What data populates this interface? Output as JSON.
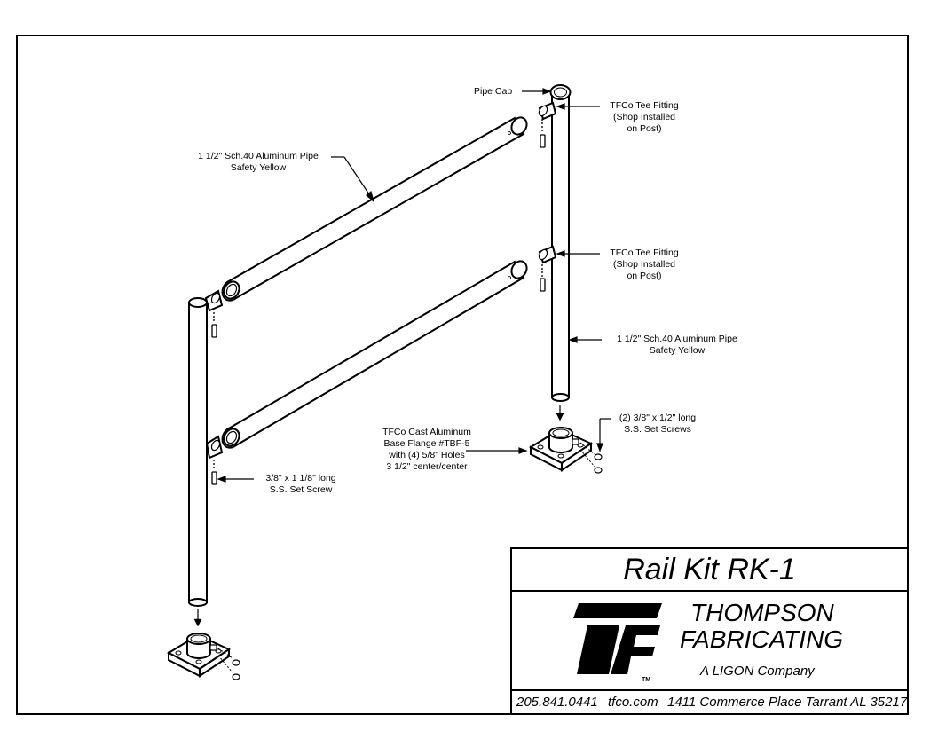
{
  "callouts": {
    "pipe_cap": "Pipe Cap",
    "tee_top": [
      "TFCo Tee Fitting",
      "(Shop Installed",
      "on Post)"
    ],
    "tee_mid": [
      "TFCo Tee Fitting",
      "(Shop Installed",
      "on Post)"
    ],
    "rail_pipe": [
      "1 1/2\" Sch.40 Aluminum Pipe",
      "Safety Yellow"
    ],
    "post_pipe": [
      "1 1/2\" Sch.40 Aluminum Pipe",
      "Safety Yellow"
    ],
    "base_flange": [
      "TFCo Cast Aluminum",
      "Base Flange #TBF-5",
      "with (4) 5/8\" Holes",
      "3 1/2\" center/center"
    ],
    "flange_screws": [
      "(2) 3/8\" x 1/2\" long",
      "S.S. Set Screws"
    ],
    "tee_screw": [
      "3/8\" x 1 1/8\" long",
      "S.S. Set Screw"
    ]
  },
  "title_block": {
    "title": "Rail Kit RK-1",
    "logo_text": "TF",
    "logo_tm": "TM",
    "company_line1": "THOMPSON",
    "company_line2": "FABRICATING",
    "tagline": "A LIGON Company",
    "phone": "205.841.0441",
    "website": "tfco.com",
    "address": "1411 Commerce Place  Tarrant AL 35217"
  }
}
